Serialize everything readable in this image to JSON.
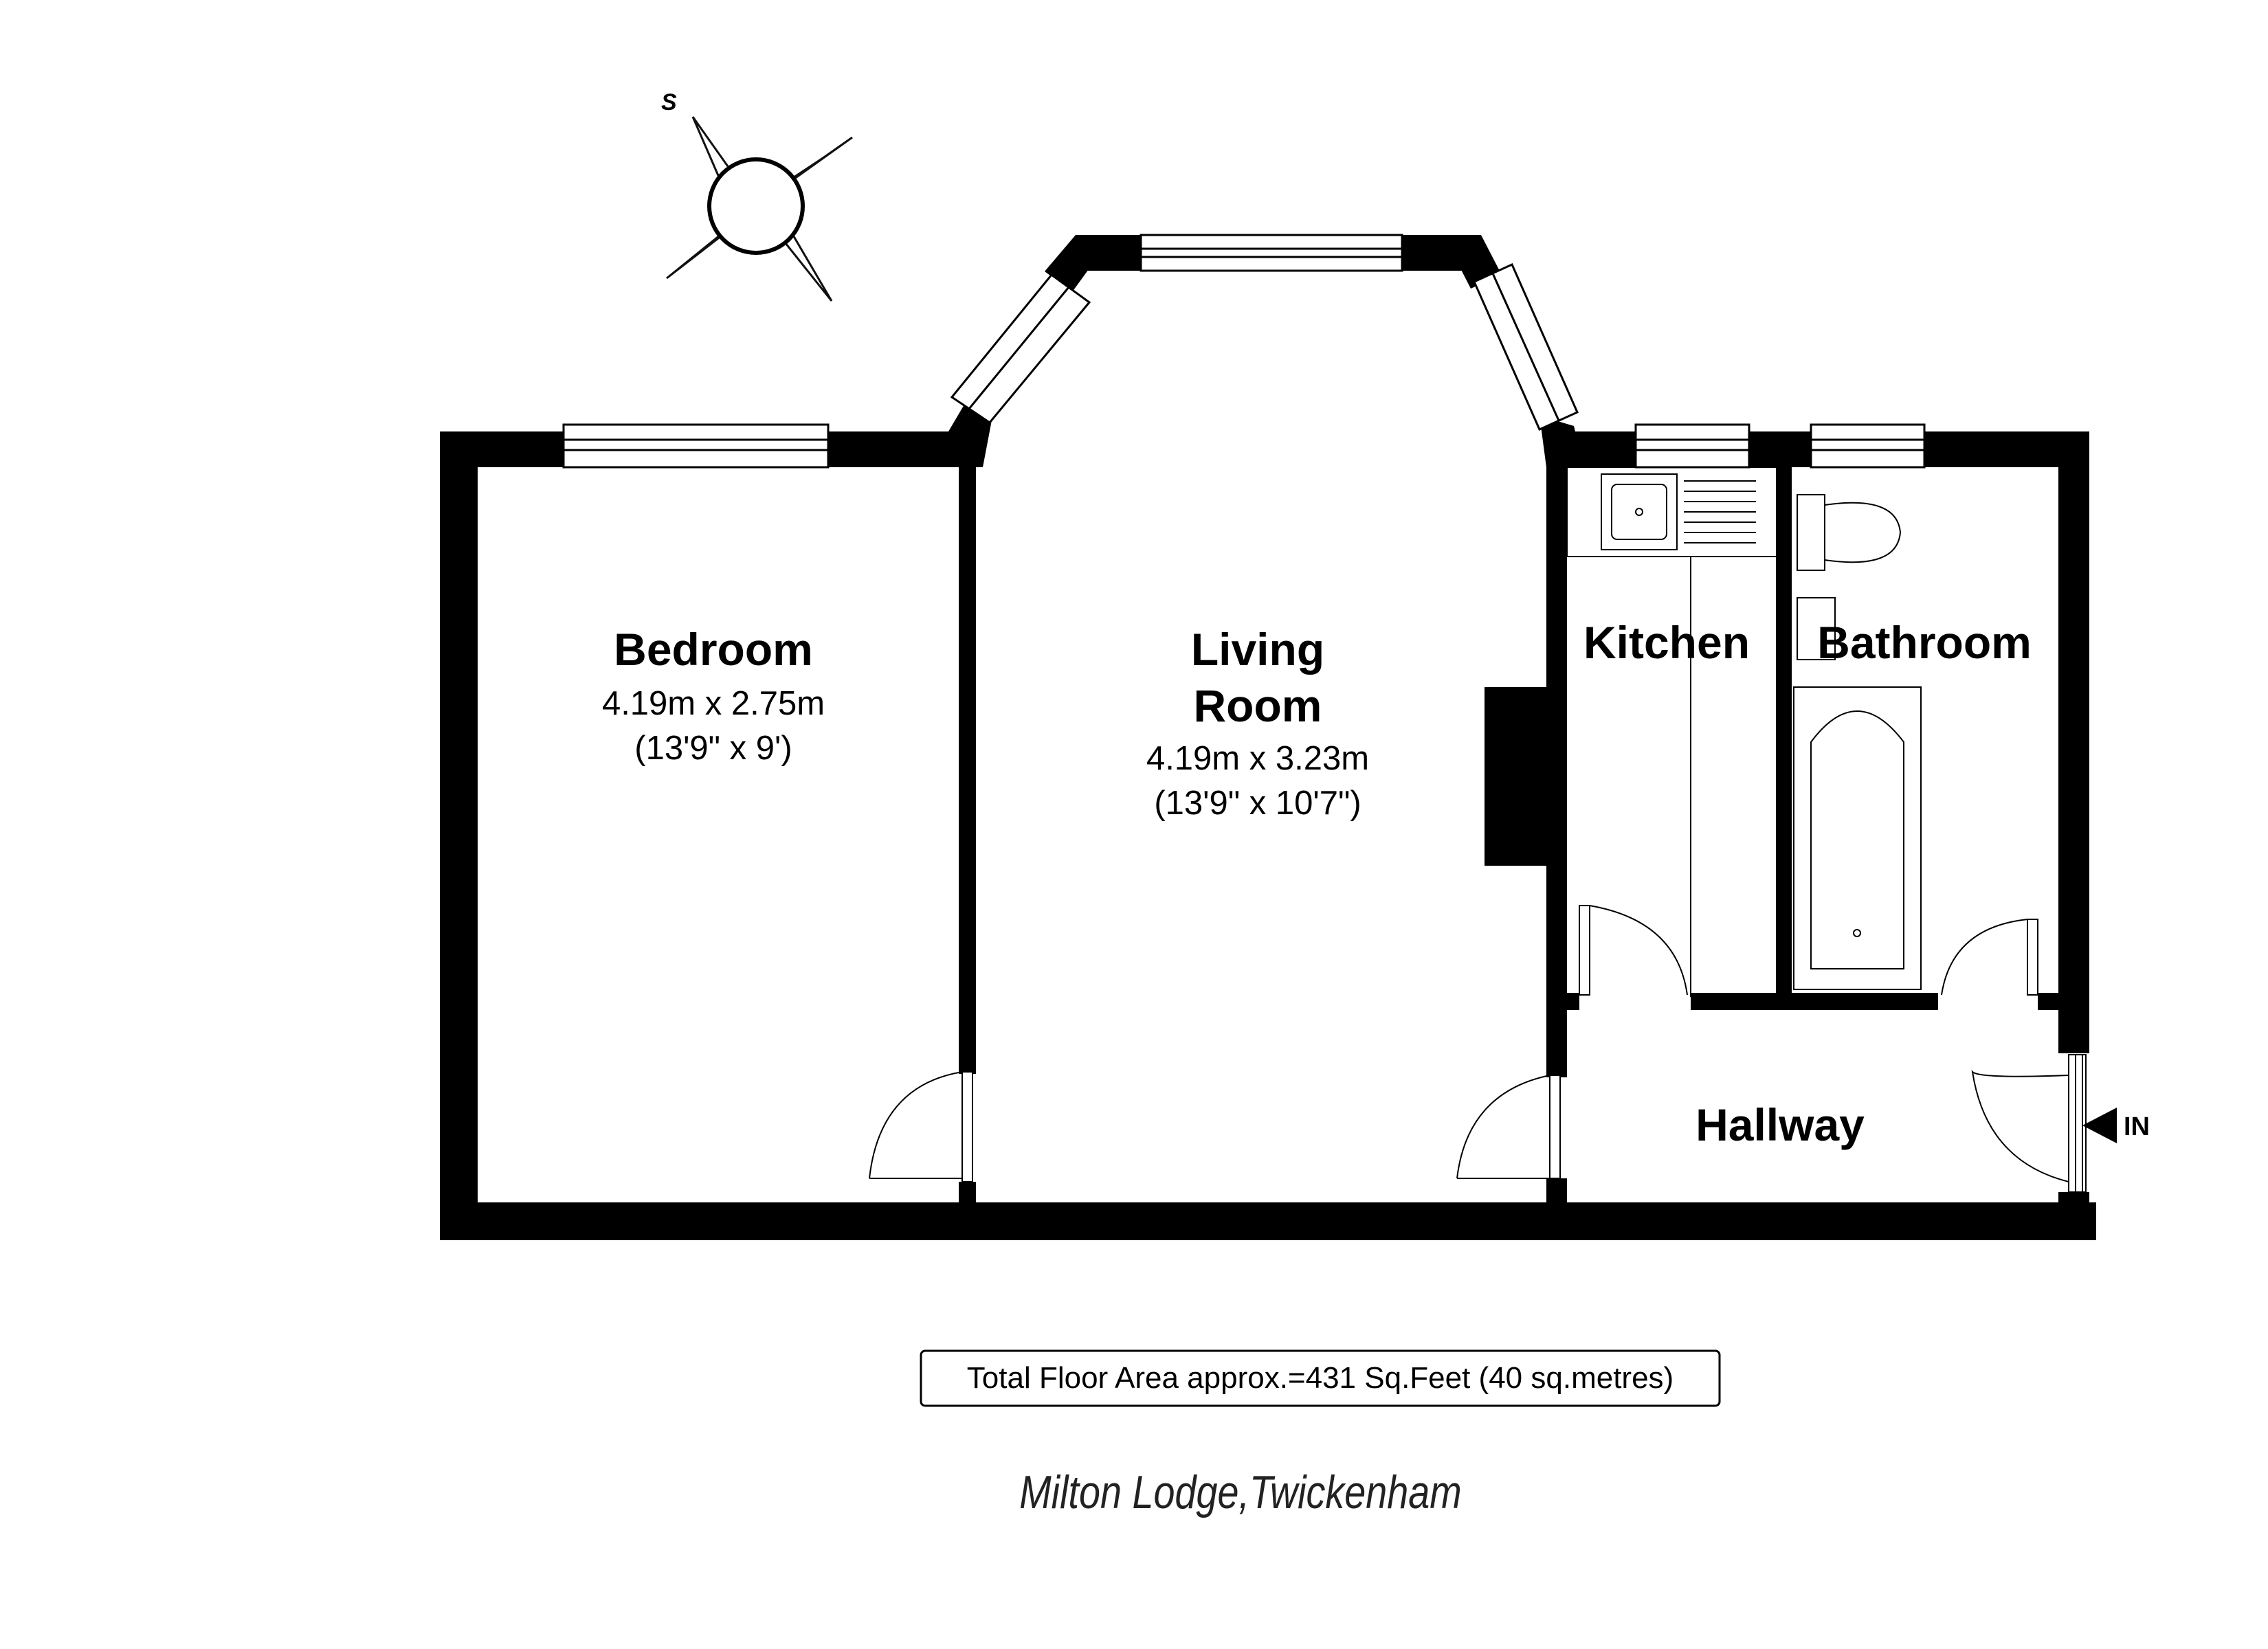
{
  "compass": {
    "label": "S"
  },
  "rooms": {
    "bedroom": {
      "name": "Bedroom",
      "metric": "4.19m x 2.75m",
      "imperial": "(13'9\" x 9')"
    },
    "living": {
      "name_line1": "Living",
      "name_line2": "Room",
      "metric": "4.19m x 3.23m",
      "imperial": "(13'9\" x 10'7\")"
    },
    "kitchen": {
      "name": "Kitchen"
    },
    "bathroom": {
      "name": "Bathroom"
    },
    "hallway": {
      "name": "Hallway"
    }
  },
  "entrance": {
    "label": "IN"
  },
  "total_area": "Total Floor Area approx.=431 Sq.Feet (40 sq.metres)",
  "caption": "Milton Lodge,Twickenham"
}
